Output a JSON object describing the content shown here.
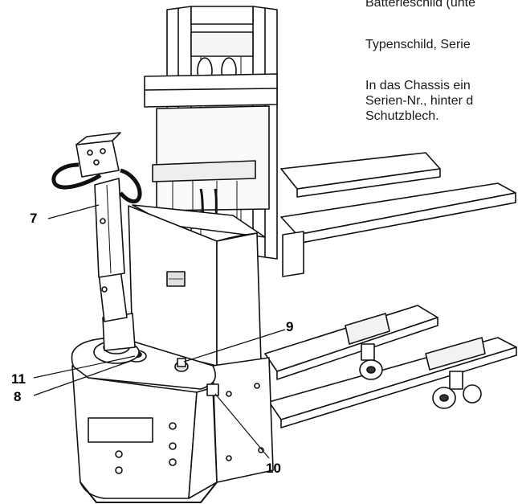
{
  "notes": {
    "line1": "Batterieschild (unte",
    "line2": "Typenschild, Serie",
    "line3a": "In das Chassis ein",
    "line3b": "Serien-Nr., hinter d",
    "line3c": "Schutzblech."
  },
  "callouts": {
    "c7": "7",
    "c8": "8",
    "c9": "9",
    "c10": "10",
    "c11": "11"
  }
}
